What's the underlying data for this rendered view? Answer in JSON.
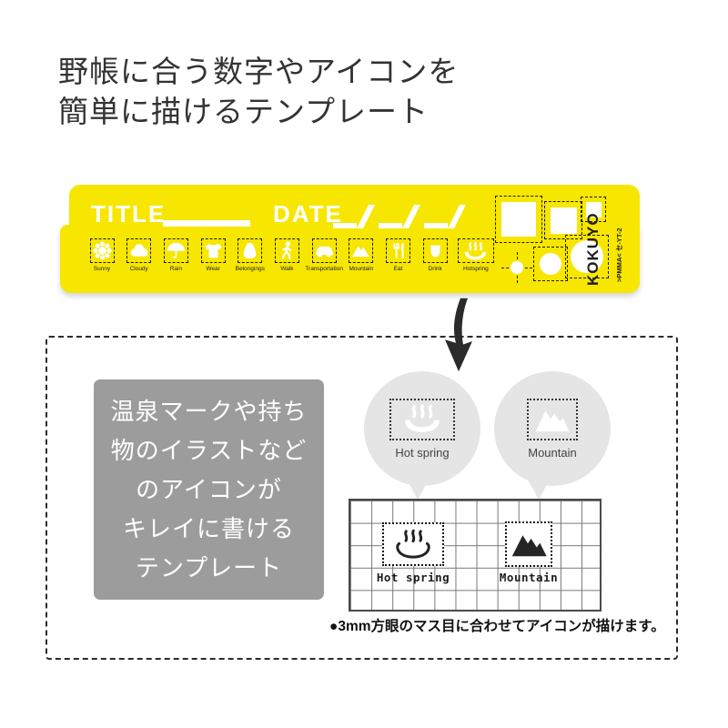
{
  "heading": {
    "text": "野帳に合う数字やアイコンを\n簡単に描けるテンプレート"
  },
  "template": {
    "title_label": "TITLE",
    "date_label": "DATE",
    "brand": "KOKUYO",
    "product_code": ">PMMA<  セ-YT-2",
    "icons": [
      {
        "icon": "sun",
        "label": "Sunny"
      },
      {
        "icon": "cloud",
        "label": "Cloudy"
      },
      {
        "icon": "umbrella",
        "label": "Rain"
      },
      {
        "icon": "shirt",
        "label": "Wear"
      },
      {
        "icon": "bag",
        "label": "Belongings"
      },
      {
        "icon": "walking-person",
        "label": "Walk"
      },
      {
        "icon": "car",
        "label": "Transportation"
      },
      {
        "icon": "mountain",
        "label": "Mountain"
      },
      {
        "icon": "cutlery",
        "label": "Eat"
      },
      {
        "icon": "cup",
        "label": "Drink"
      },
      {
        "icon": "hot-spring",
        "label": "Hotspring"
      }
    ]
  },
  "panel": {
    "description": "温泉マークや持ち\n物のイラストなど\nのアイコンが\nキレイに書ける\nテンプレート",
    "balloons": [
      {
        "icon": "hot-spring",
        "label": "Hot spring"
      },
      {
        "icon": "mountain",
        "label": "Mountain"
      }
    ],
    "grid": {
      "hot_spring_label": "Hot spring",
      "mountain_label": "Mountain"
    },
    "note": "●3mm方眼のマス目に合わせてアイコンが描けます。"
  },
  "colors": {
    "template_yellow": "#f7e600",
    "gray_box": "#9c9c9c",
    "balloon_gray": "#e5e5e5",
    "ink": "#2b2b2b"
  }
}
